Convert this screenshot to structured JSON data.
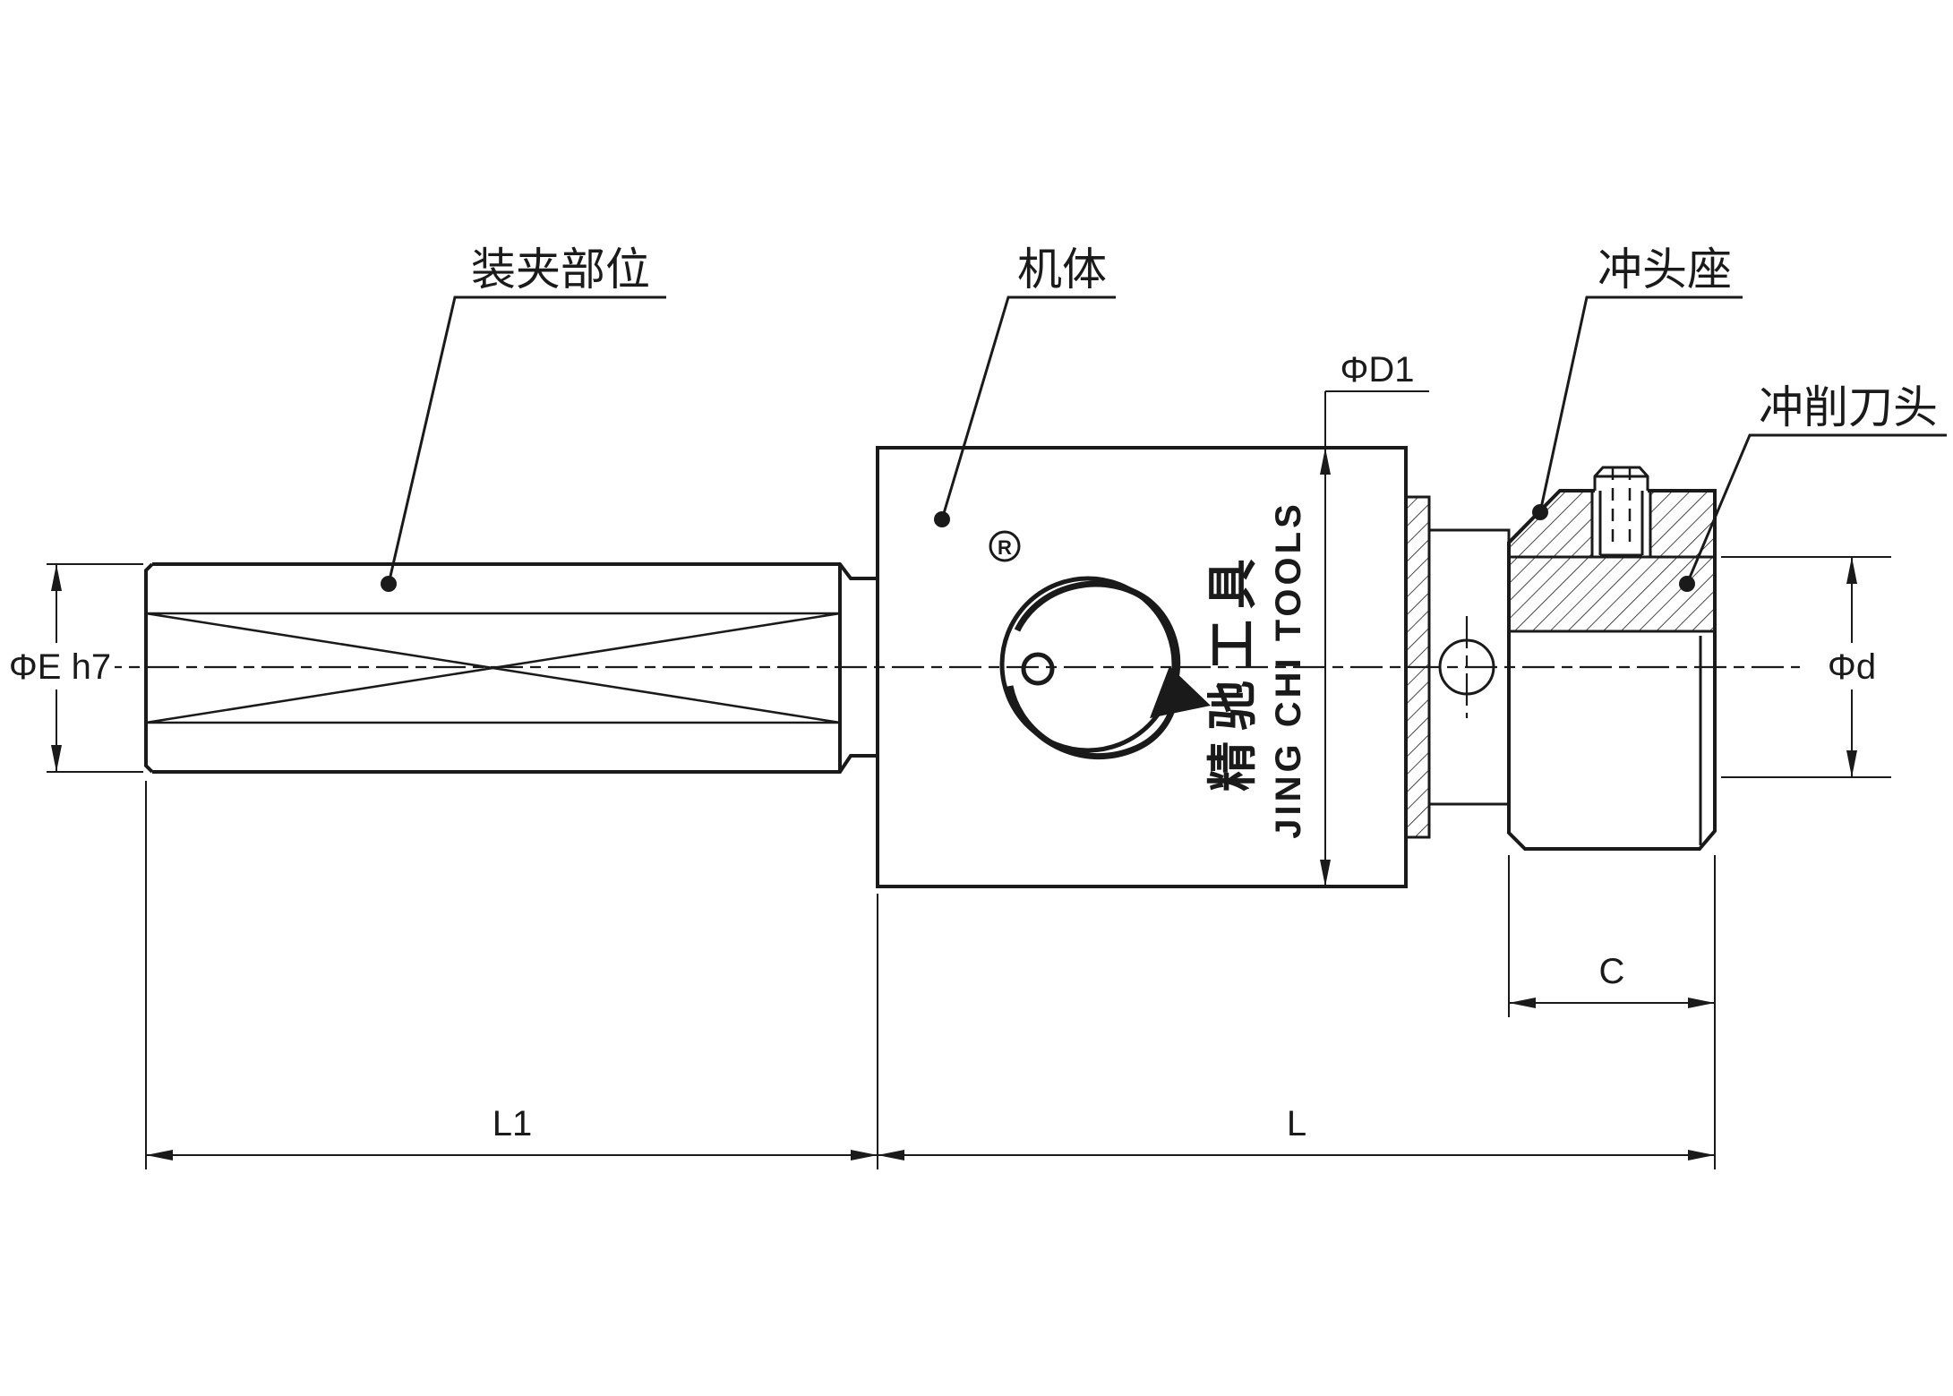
{
  "drawing": {
    "ink_color": "#1a1a1a",
    "background_color": "#ffffff"
  },
  "callouts": {
    "clamping_area": "装夹部位",
    "machine_body": "机体",
    "punch_seat": "冲头座",
    "punch_cutter_head": "冲削刀头"
  },
  "dimensions": {
    "shank_diameter": "ΦE h7",
    "body_diameter": "ΦD1",
    "cutter_diameter": "Φd",
    "seat_length": "C",
    "shank_length": "L1",
    "body_length": "L"
  },
  "brand": {
    "name_cn": "精驰工具",
    "name_en": "JING CHI TOOLS",
    "registered_mark": "R"
  }
}
